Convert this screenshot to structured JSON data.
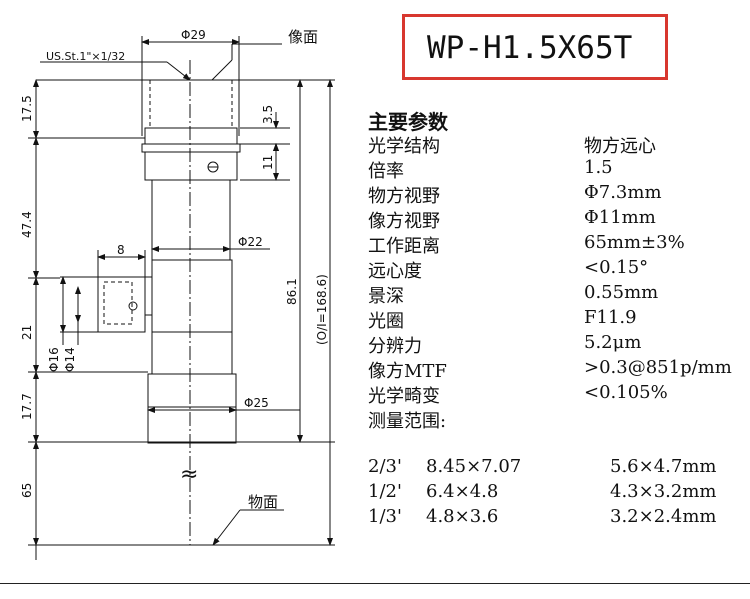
{
  "title": "WP-H1.5X65T",
  "drawing": {
    "dia_top": "Φ29",
    "thread": "US.St.1\"×1/32",
    "image_plane": "像面",
    "object_plane": "物面",
    "dim_17_5": "17.5",
    "dim_3_5": "3.5",
    "dim_11": "11",
    "dim_47_4": "47.4",
    "dia_22": "Φ22",
    "dim_8": "8",
    "dim_86_1": "86.1",
    "dim_oi": "(O/I=168.6)",
    "dim_21": "21",
    "dia_16": "Φ16",
    "dia_14": "Φ14",
    "dim_17_7": "17.7",
    "dia_25": "Φ25",
    "dim_65": "65",
    "break_mark": "≈"
  },
  "specs": {
    "heading": "主要参数",
    "rows": [
      {
        "k": "光学结构",
        "v": "物方远心"
      },
      {
        "k": "倍率",
        "v": "1.5"
      },
      {
        "k": "物方视野",
        "v": "Φ7.3mm"
      },
      {
        "k": "像方视野",
        "v": "Φ11mm"
      },
      {
        "k": "工作距离",
        "v": "65mm±3%"
      },
      {
        "k": "远心度",
        "v": "<0.15°"
      },
      {
        "k": "景深",
        "v": "0.55mm"
      },
      {
        "k": "光圈",
        "v": "F11.9"
      },
      {
        "k": "分辨力",
        "v": "5.2μm"
      },
      {
        "k": "像方MTF",
        "v": ">0.3@851p/mm"
      },
      {
        "k": "光学畸变",
        "v": "<0.105%"
      }
    ],
    "measure_heading": "测量范围:",
    "measure": [
      {
        "format": "2/3'",
        "a": "8.45×7.07",
        "b": "5.6×4.7mm"
      },
      {
        "format": "1/2'",
        "a": "6.4×4.8",
        "b": "4.3×3.2mm"
      },
      {
        "format": "1/3'",
        "a": "4.8×3.6",
        "b": "3.2×2.4mm"
      }
    ]
  }
}
